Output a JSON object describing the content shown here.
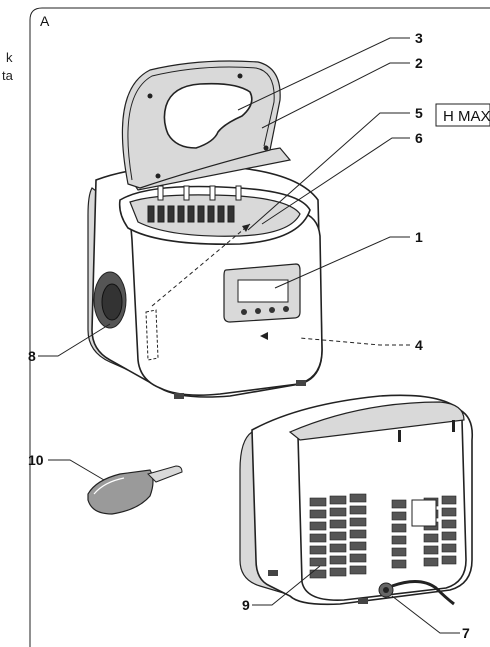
{
  "figure": {
    "panel_letter": "A",
    "side_fragment_top": "k",
    "side_fragment_bottom": "ta",
    "hmax_label": "H MAX"
  },
  "callouts": [
    {
      "id": "3",
      "text": "3"
    },
    {
      "id": "2",
      "text": "2"
    },
    {
      "id": "5",
      "text": "5"
    },
    {
      "id": "6",
      "text": "6"
    },
    {
      "id": "1",
      "text": "1"
    },
    {
      "id": "4",
      "text": "4"
    },
    {
      "id": "8",
      "text": "8"
    },
    {
      "id": "10",
      "text": "10"
    },
    {
      "id": "9",
      "text": "9"
    },
    {
      "id": "7",
      "text": "7"
    }
  ]
}
